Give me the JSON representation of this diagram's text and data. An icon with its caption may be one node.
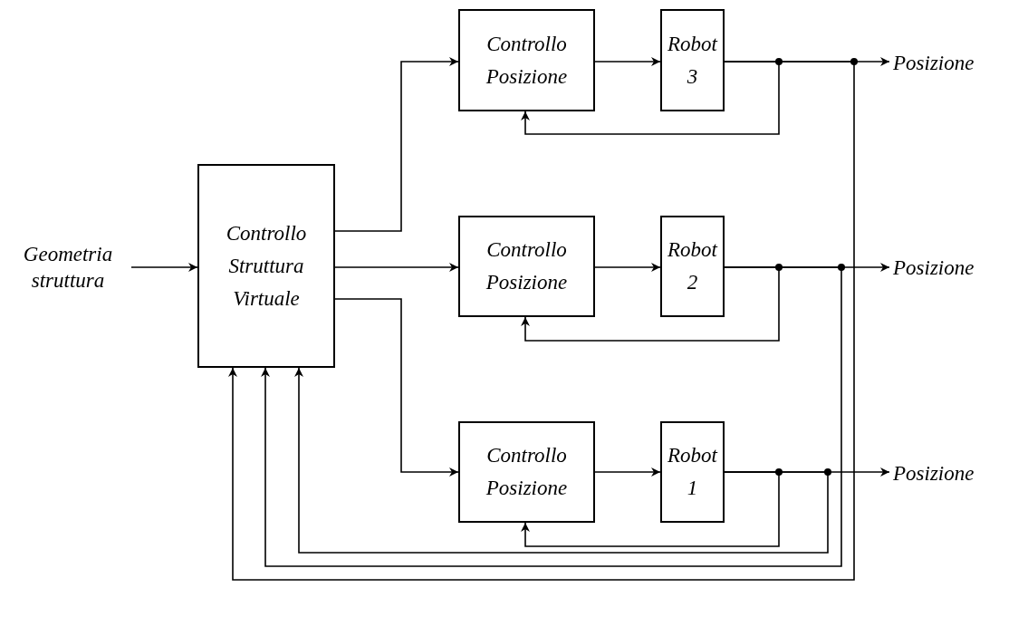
{
  "diagram": {
    "nodes": [
      {
        "text": [
          "Geometria struttura"
        ]
      },
      {
        "text": [
          "Controllo Struttura Virtuale"
        ]
      },
      {
        "text": [
          "Controllo Posizione"
        ]
      },
      {
        "text": [
          "*Robot* 3"
        ]
      },
      {
        "text": [
          "Posizione"
        ]
      },
      {
        "text": [
          "Controllo Posizione"
        ]
      },
      {
        "text": [
          "*Robot* 2"
        ]
      },
      {
        "text": [
          "Posizione"
        ]
      },
      {
        "text": [
          "Controllo Posizione"
        ]
      },
      {
        "text": [
          "*Robot* 1"
        ]
      },
      {
        "text": [
          "Posizione"
        ]
      }
    ],
    "edges": [
      {
        "from": 0,
        "to": 1,
        "arrow": "to"
      },
      {
        "from": 1,
        "to": 2,
        "arrow": "to"
      },
      {
        "from": 1,
        "to": 5,
        "arrow": "to"
      },
      {
        "from": 1,
        "to": 8,
        "arrow": "to"
      },
      {
        "from": 2,
        "to": 3,
        "arrow": "to"
      },
      {
        "from": 3,
        "to": 4,
        "arrow": "to"
      },
      {
        "from": 3,
        "to": 2,
        "arrow": "to"
      },
      {
        "from": 3,
        "to": 1,
        "arrow": "to"
      },
      {
        "from": 5,
        "to": 6,
        "arrow": "to"
      },
      {
        "from": 6,
        "to": 7,
        "arrow": "to"
      },
      {
        "from": 6,
        "to": 5,
        "arrow": "to"
      },
      {
        "from": 6,
        "to": 1,
        "arrow": "to"
      },
      {
        "from": 8,
        "to": 9,
        "arrow": "to"
      },
      {
        "from": 9,
        "to": 10,
        "arrow": "to"
      },
      {
        "from": 9,
        "to": 8,
        "arrow": "to"
      },
      {
        "from": 9,
        "to": 1,
        "arrow": "to"
      }
    ]
  }
}
